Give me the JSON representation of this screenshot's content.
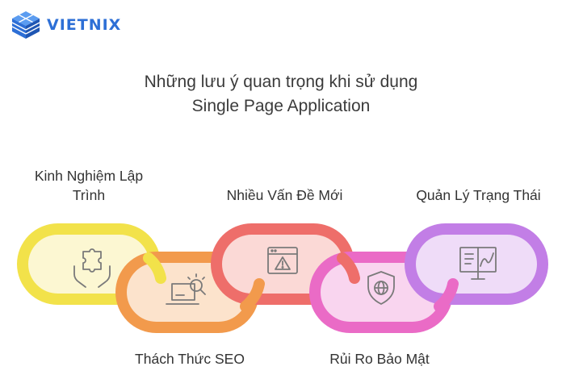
{
  "brand": {
    "name": "VIETNIX",
    "color": "#2d6fd6"
  },
  "title": {
    "line1": "Những lưu ý quan trọng khi sử dụng",
    "line2": "Single Page Application"
  },
  "links": [
    {
      "label": "Kinh Nghiệm Lập Trình",
      "label_line1": "Kinh Nghiệm Lập",
      "label_line2": "Trình",
      "icon": "puzzle-hands-icon",
      "color": "#f2e24a",
      "fill": "#fcf7d2"
    },
    {
      "label": "Thách Thức SEO",
      "icon": "laptop-search-icon",
      "color": "#f29a4c",
      "fill": "#fce3cc"
    },
    {
      "label": "Nhiều Vấn Đề Mới",
      "icon": "browser-warning-icon",
      "color": "#ee6e6a",
      "fill": "#fbd9d6"
    },
    {
      "label": "Rủi Ro Bảo Mật",
      "icon": "shield-globe-icon",
      "color": "#ea6bc6",
      "fill": "#f9d5ef"
    },
    {
      "label": "Quản Lý Trạng Thái",
      "icon": "monitor-chart-icon",
      "color": "#c27ee6",
      "fill": "#efdcf8"
    }
  ]
}
